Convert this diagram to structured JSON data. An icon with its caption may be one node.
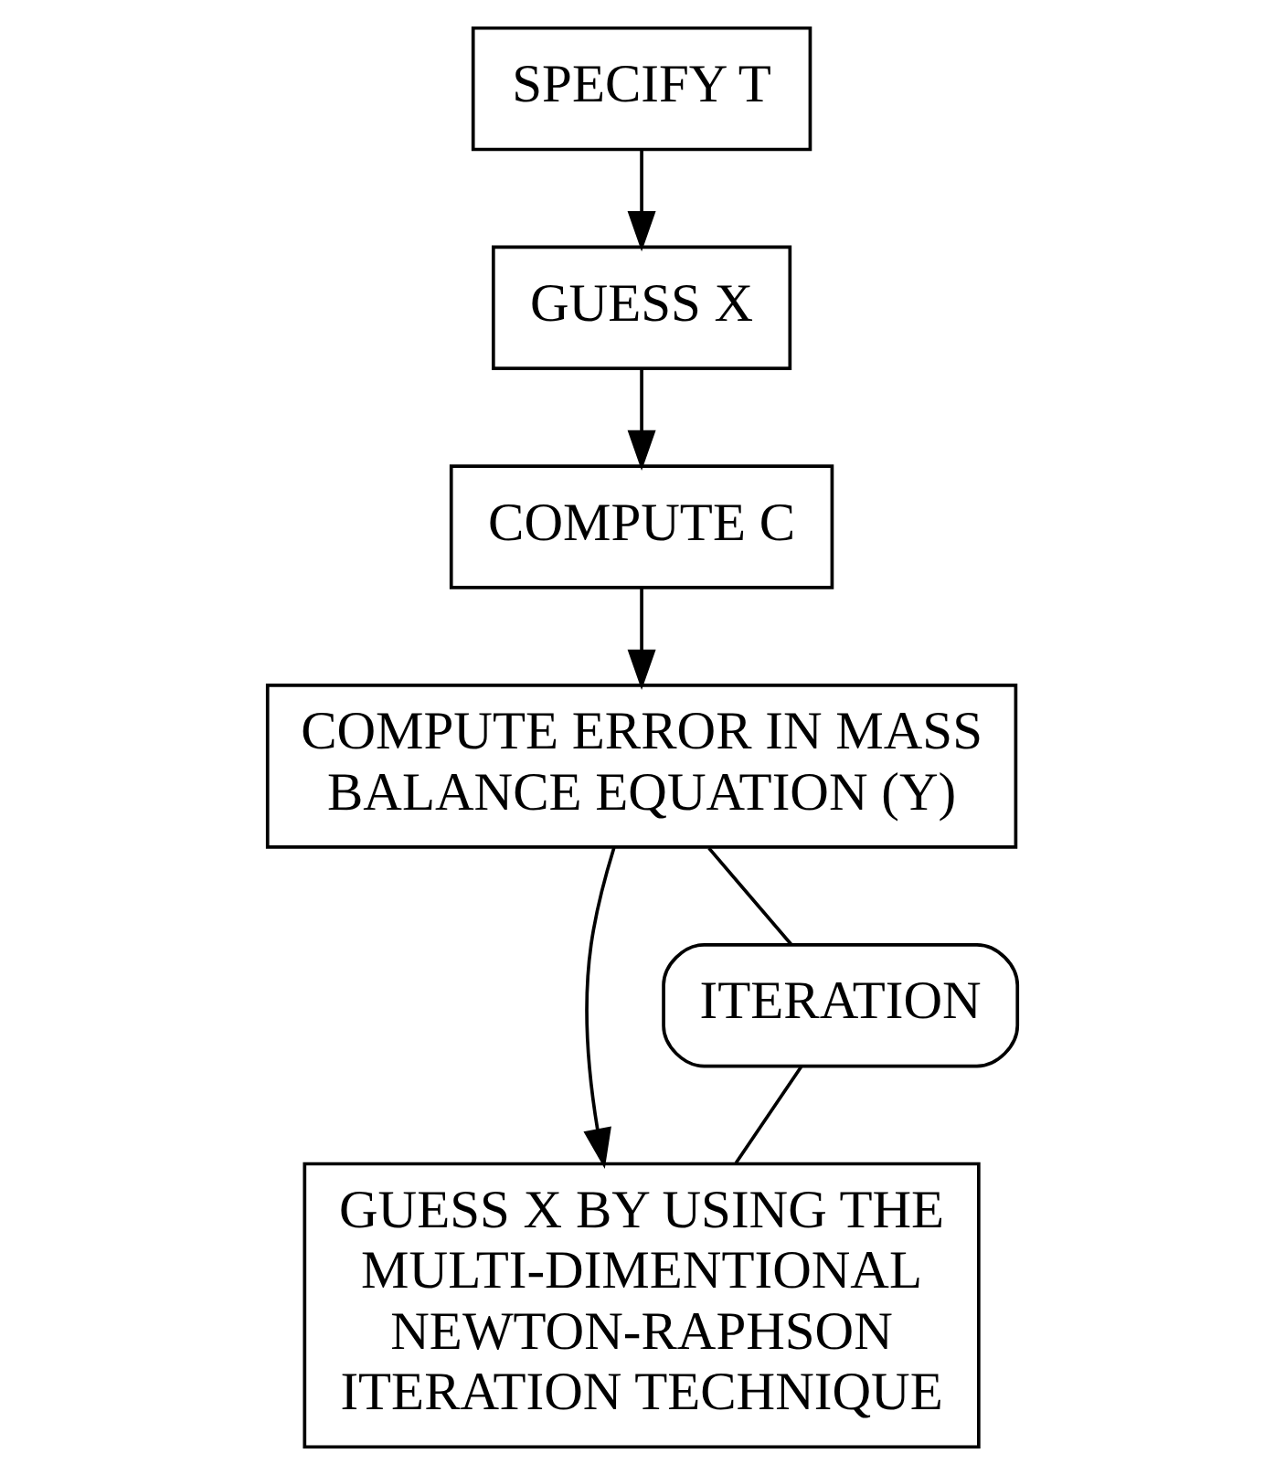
{
  "diagram": {
    "nodes": [
      {
        "text": [
          "SPECIFY T"
        ]
      },
      {
        "text": [
          "GUESS X"
        ]
      },
      {
        "text": [
          "COMPUTE C"
        ]
      },
      {
        "text": [
          "COMPUTE ERROR IN MASS BALANCE EQUATION (Y)"
        ]
      },
      {
        "text": [
          "GUESS X BY USING THE MULTI-DIMENTIONAL NEWTON-RAPHSON ITERATION TECHNIQUE"
        ]
      },
      {
        "text": [
          "ITERATION"
        ]
      }
    ],
    "edges": [
      {
        "from": 0,
        "to": 1,
        "arrow": "to"
      },
      {
        "from": 1,
        "to": 2,
        "arrow": "to"
      },
      {
        "from": 2,
        "to": 3,
        "arrow": "to"
      },
      {
        "from": 3,
        "to": 4,
        "arrow": "to"
      },
      {
        "from": 3,
        "to": 5,
        "arrow": "none"
      },
      {
        "from": 5,
        "to": 4,
        "arrow": "none"
      }
    ]
  }
}
